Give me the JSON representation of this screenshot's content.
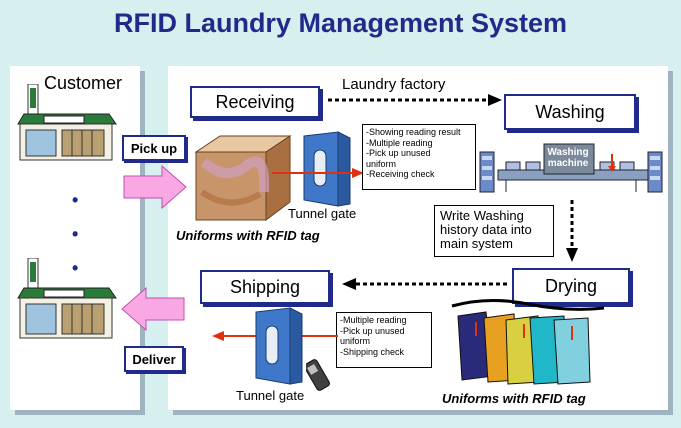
{
  "title": "RFID Laundry Management  System",
  "customer": {
    "label": "Customer",
    "pick_up": "Pick up",
    "deliver": "Deliver",
    "dots": [
      "•",
      "•",
      "•"
    ]
  },
  "factory": {
    "label": "Laundry factory"
  },
  "steps": {
    "receiving": "Receiving",
    "washing": "Washing",
    "drying": "Drying",
    "shipping": "Shipping"
  },
  "receiving_notes": "-Showing reading result\n-Multiple reading\n-Pick up unused\n uniform\n-Receiving check",
  "shipping_notes": "-Multiple reading\n-Pick up unused\n uniform\n-Shipping check",
  "washing_note": "Write Washing\nhistory data into\nmain system",
  "washing_machine_label": "Washing\nmachine",
  "tunnel_gate_label": "Tunnel gate",
  "uniforms_label": "Uniforms with RFID tag",
  "colors": {
    "title": "#1f2a8a",
    "pink_arrow": "#f9a8e4",
    "red_line": "#e03010",
    "gate_blue": "#3f78c8",
    "box_tan": "#c8956a"
  }
}
